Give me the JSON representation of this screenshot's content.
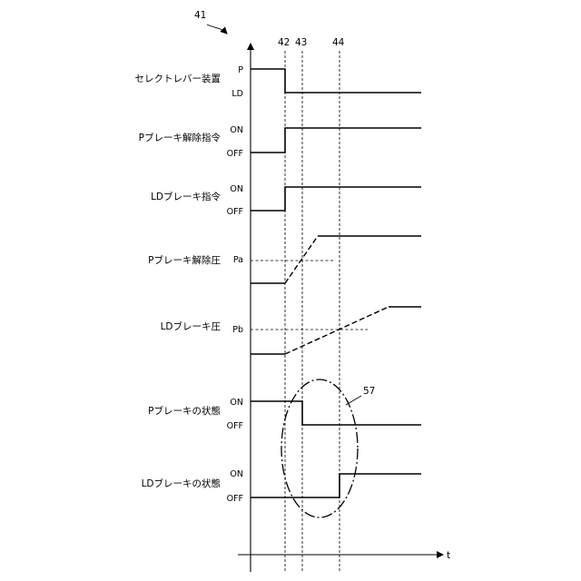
{
  "figure": {
    "ref_number": "41",
    "ellipse_ref": "57",
    "axis_label": "t",
    "time_markers": [
      "42",
      "43",
      "44"
    ]
  },
  "rows": [
    {
      "label": "セレクトレバー装置",
      "hi": "P",
      "lo": "LD"
    },
    {
      "label": "Pブレーキ解除指令",
      "hi": "ON",
      "lo": "OFF"
    },
    {
      "label": "LDブレーキ指令",
      "hi": "ON",
      "lo": "OFF"
    },
    {
      "label": "Pブレーキ解除圧",
      "level": "Pa"
    },
    {
      "label": "LDブレーキ圧",
      "level": "Pb"
    },
    {
      "label": "Pブレーキの状態",
      "hi": "ON",
      "lo": "OFF"
    },
    {
      "label": "LDブレーキの状態",
      "hi": "ON",
      "lo": "OFF"
    }
  ]
}
